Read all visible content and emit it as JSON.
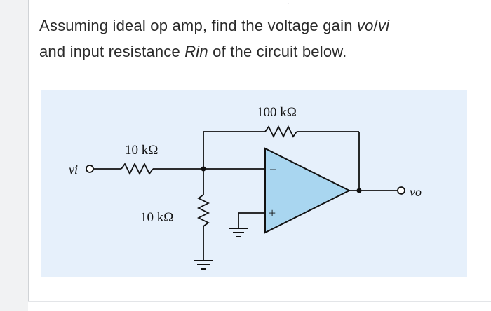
{
  "question": {
    "line1_prefix": "Assuming ideal op amp, find the voltage gain ",
    "line1_vo": "vo",
    "line1_slash": "/",
    "line1_vi": "vi",
    "line2_prefix": "and input resistance ",
    "line2_rin": "Rin",
    "line2_suffix": " of the circuit below."
  },
  "circuit": {
    "feedback_resistor_label": "100 kΩ",
    "input_resistor_label": "10 kΩ",
    "shunt_resistor_label": "10 kΩ",
    "input_terminal_label": "vi",
    "output_terminal_label": "vo",
    "inverting_input_sign": "−",
    "noninverting_input_sign": "+",
    "opamp_fill": "#a9d6f0",
    "background": "#e6f0fb"
  }
}
